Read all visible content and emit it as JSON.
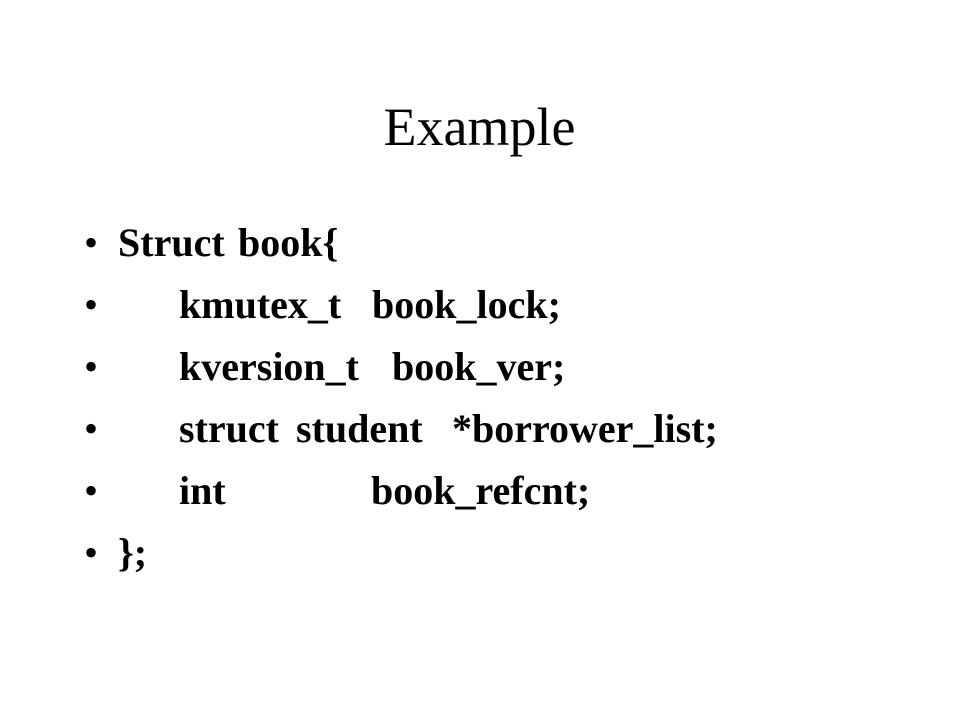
{
  "slide": {
    "title": "Example",
    "bullet_symbol": "•",
    "lines": [
      {
        "parts": [
          "Struct",
          "book{"
        ]
      },
      {
        "parts": [
          "kmutex_t",
          "book_lock;"
        ]
      },
      {
        "parts": [
          "kversion_t",
          "book_ver;"
        ]
      },
      {
        "parts": [
          "struct",
          "student",
          "*borrower_list;"
        ]
      },
      {
        "parts": [
          "int",
          "book_refcnt;"
        ]
      },
      {
        "parts": [
          "};"
        ]
      }
    ]
  }
}
